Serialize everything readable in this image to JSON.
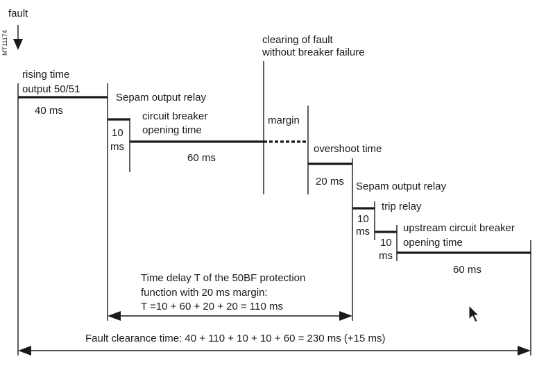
{
  "labels": {
    "fault": "fault",
    "figure_code": "MT11174",
    "clearing_line1": "clearing of fault",
    "clearing_line2": "without breaker failure",
    "rising_line1": "rising time",
    "rising_line2": "output 50/51",
    "rising_value": "40 ms",
    "sepam_relay_1": "Sepam output relay",
    "relay1_value_line1": "10",
    "relay1_value_line2": "ms",
    "cb_line1": "circuit breaker",
    "cb_line2": "opening time",
    "cb_value": "60 ms",
    "margin": "margin",
    "overshoot": "overshoot time",
    "overshoot_value": "20 ms",
    "sepam_relay_2": "Sepam output relay",
    "relay2_value_line1": "10",
    "relay2_value_line2": "ms",
    "trip_relay": "trip relay",
    "trip_value_line1": "10",
    "trip_value_line2": "ms",
    "upstream_line1": "upstream circuit breaker",
    "upstream_line2": "opening time",
    "upstream_value": "60 ms",
    "delay_line1": "Time delay T of the 50BF protection",
    "delay_line2": "function with 20 ms margin:",
    "delay_line3": "T =10 + 60 + 20 + 20 = 110 ms",
    "clearance": "Fault clearance time: 40 + 110 + 10 + 10 + 60 = 230 ms (+15 ms)"
  }
}
